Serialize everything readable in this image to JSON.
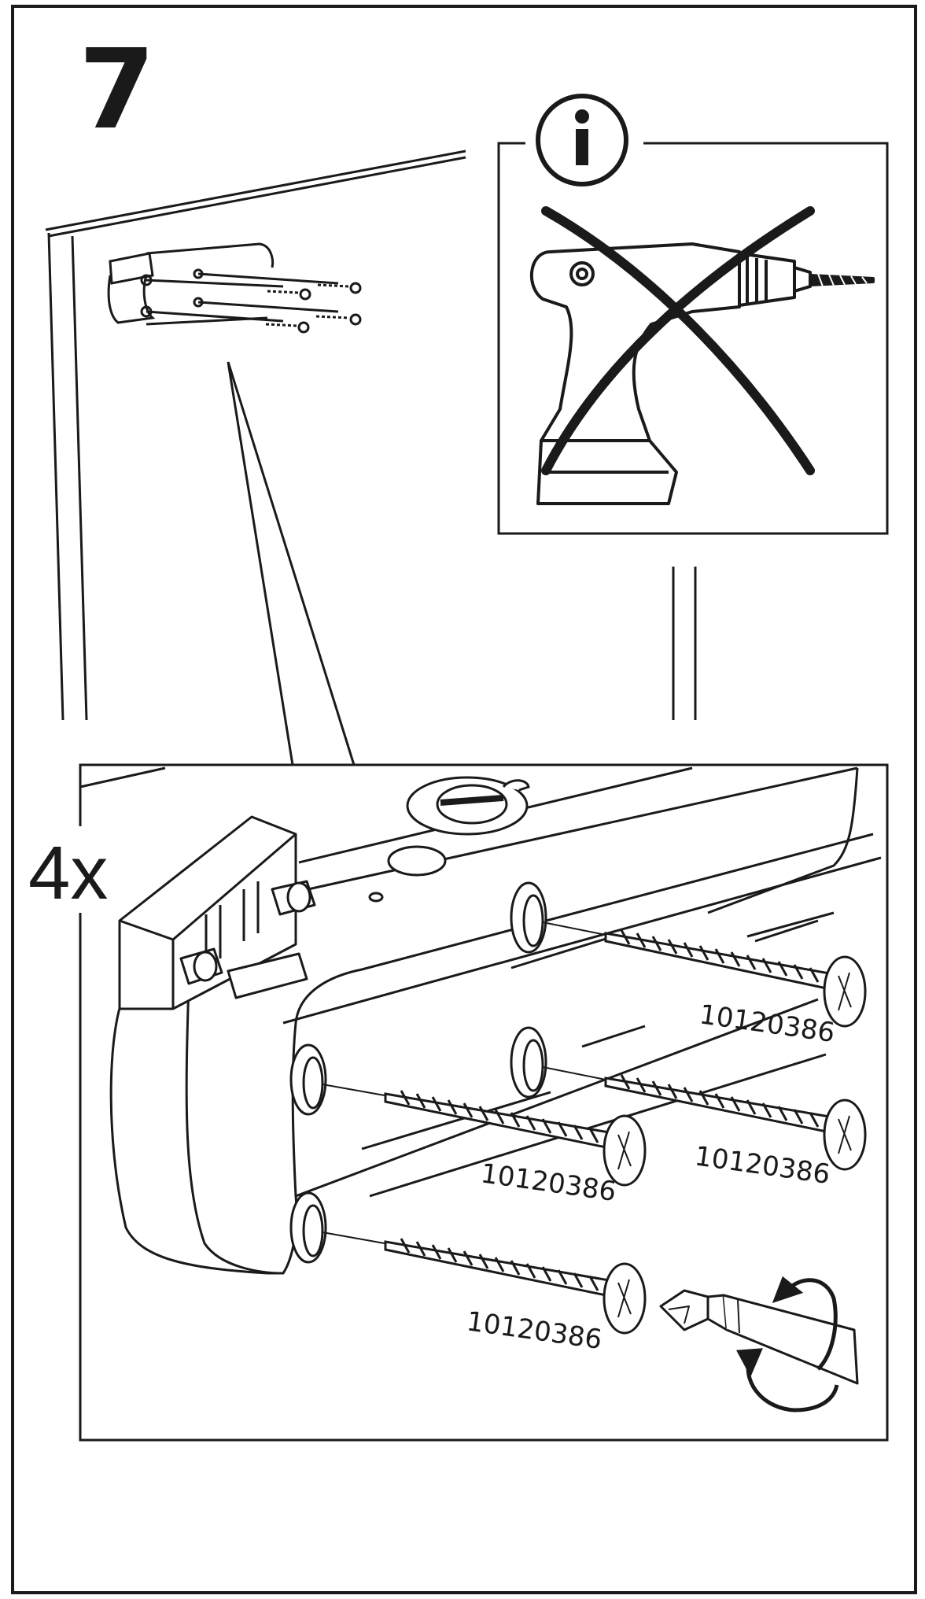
{
  "step": {
    "number": "7"
  },
  "info_panel": {
    "icon": "info-icon",
    "warning": "no-power-drill"
  },
  "detail": {
    "quantity": "4x",
    "screws": [
      {
        "part_number": "10120386"
      },
      {
        "part_number": "10120386"
      },
      {
        "part_number": "10120386"
      },
      {
        "part_number": "10120386"
      }
    ],
    "tool_icon": "screwdriver-icon"
  },
  "colors": {
    "ink": "#1a1a1a",
    "paper": "#ffffff"
  }
}
